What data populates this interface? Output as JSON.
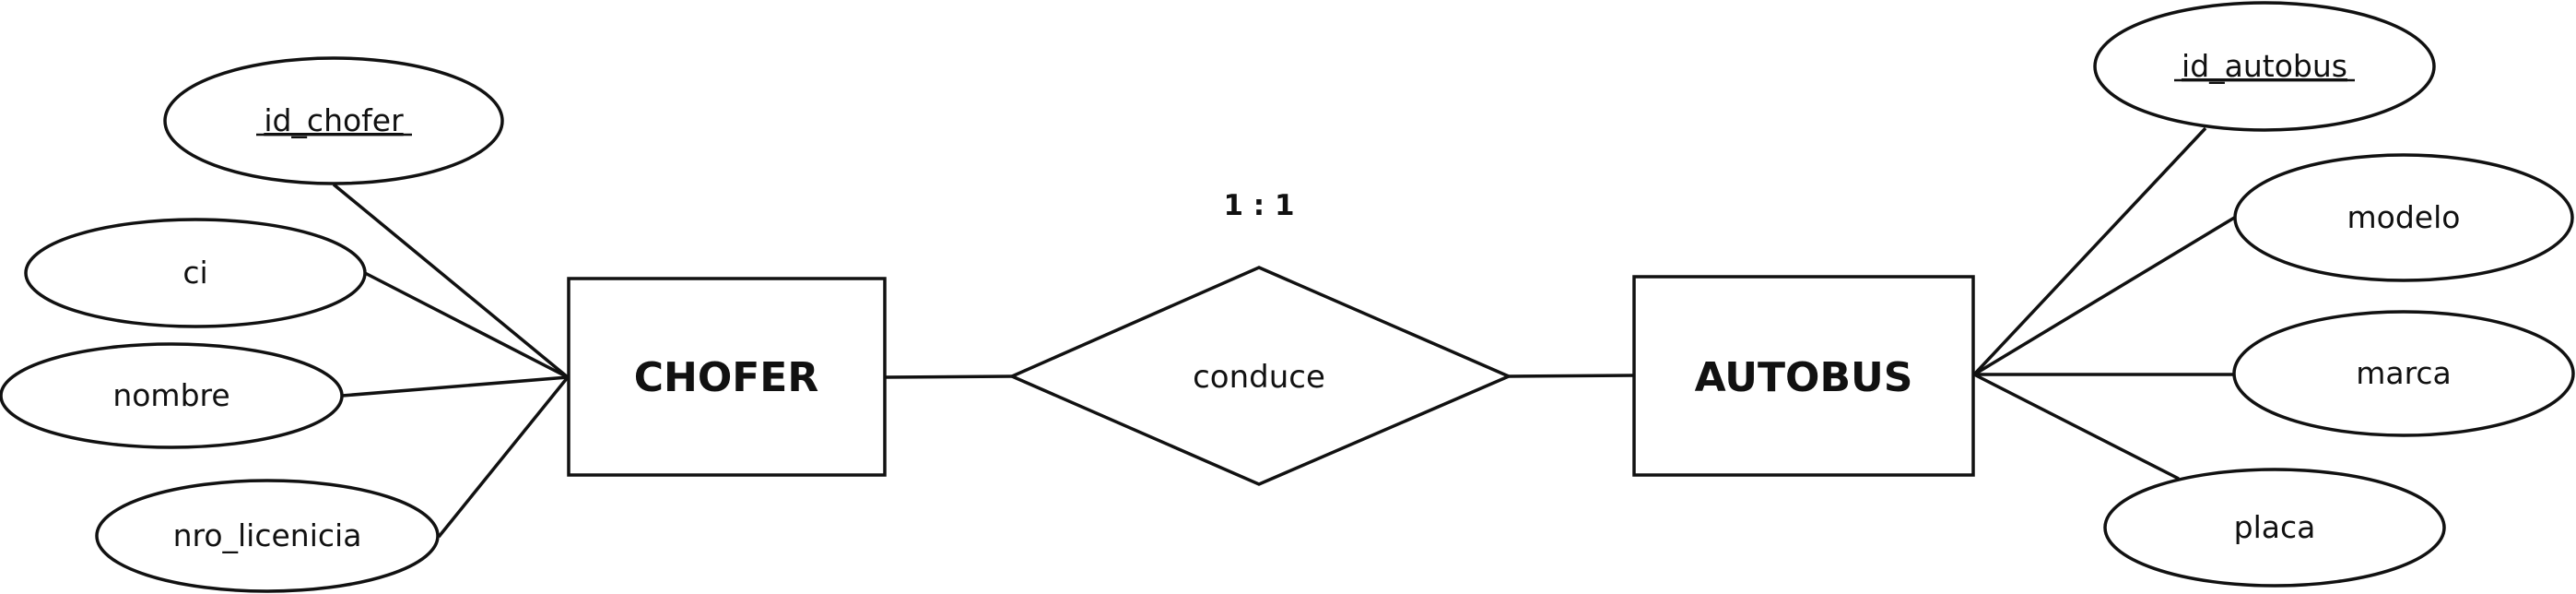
{
  "relationship": {
    "label": "conduce",
    "cardinality": "1 : 1"
  },
  "entities": {
    "chofer": {
      "name": "CHOFER",
      "attributes": {
        "id": "id_chofer",
        "ci": "ci",
        "nombre": "nombre",
        "licencia": "nro_licenicia"
      }
    },
    "autobus": {
      "name": "AUTOBUS",
      "attributes": {
        "id": "id_autobus",
        "modelo": "modelo",
        "marca": "marca",
        "placa": "placa"
      }
    }
  }
}
